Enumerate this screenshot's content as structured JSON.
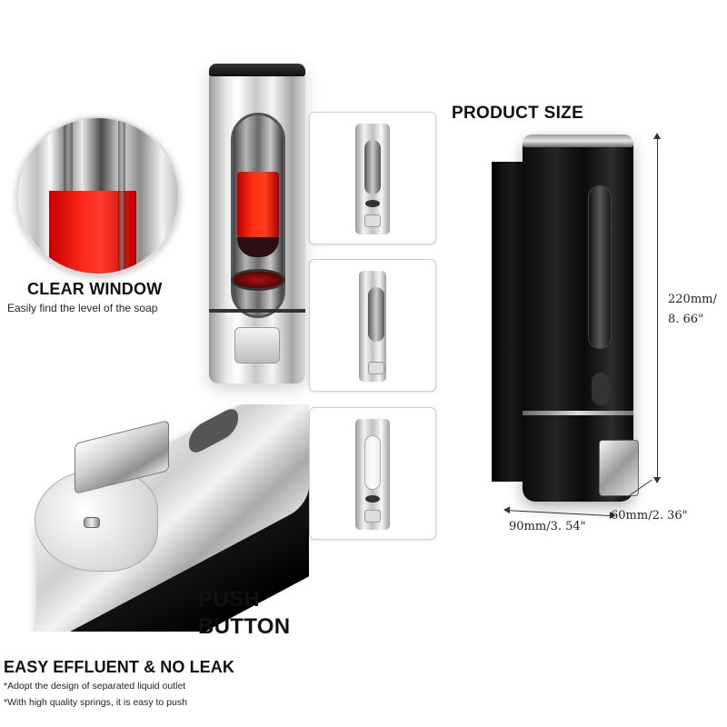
{
  "features": {
    "clear_window": {
      "title": "CLEAR WINDOW",
      "subtitle": "Easily find the level of the soap"
    },
    "product_size": {
      "title": "PRODUCT SIZE",
      "height_mm": "220mm/",
      "height_in": "8. 66\"",
      "width": "90mm/3. 54\"",
      "depth": "60mm/2. 36\""
    },
    "push_button": {
      "line1": "PUSH",
      "line2": "BUTTON"
    },
    "easy_effluent": {
      "title": "EASY EFFLUENT & NO LEAK",
      "bullets": [
        "*Adopt the design of separated liquid outlet",
        "*With high quality springs, it is easy to push"
      ]
    }
  },
  "colors": {
    "liquid": "#ff2b15",
    "black_body": "#111111",
    "silver": "#d0d0d0"
  }
}
